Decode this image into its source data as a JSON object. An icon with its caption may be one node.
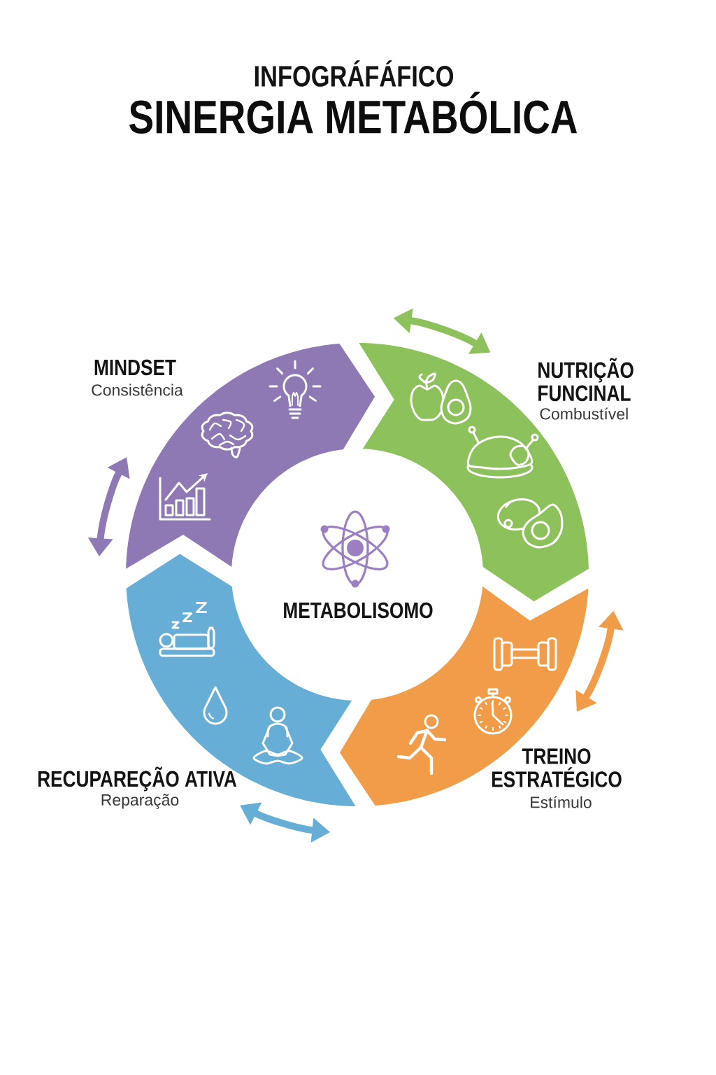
{
  "diagram": {
    "title": "SINERGIA METABÓLICA",
    "labels": [
      "INFOGRÁFÁFICO"
    ],
    "nodes": [
      {
        "text": [
          "MINDSET",
          "Consistência"
        ]
      },
      {
        "text": [
          "NUTRIÇÃO FUNCINAL",
          "Combustível"
        ]
      },
      {
        "text": [
          "METABOLISOMO"
        ]
      },
      {
        "text": [
          "TREINO ESTRATÉGICO",
          "Estímulo"
        ]
      },
      {
        "text": [
          "RECUPAREÇÃO ATIVA",
          "Reparação"
        ]
      }
    ]
  }
}
